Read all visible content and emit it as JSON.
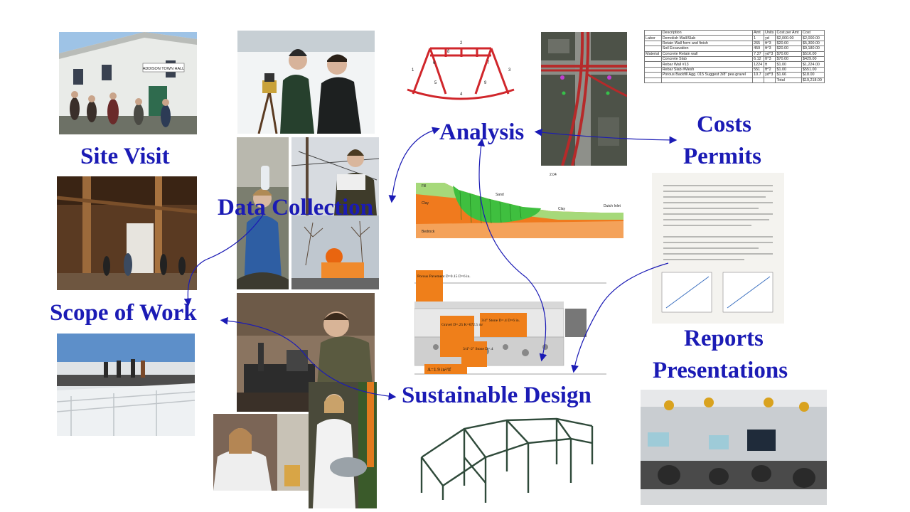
{
  "colors": {
    "label": "#1b1bb5",
    "arrow": "#1b1bb5",
    "truss": "#d0262b",
    "soil_orange": "#f07a1e",
    "soil_green": "#62c54a"
  },
  "labels": {
    "site_visit": "Site Visit",
    "data_collection": "Data Collection",
    "scope_of_work": "Scope of Work",
    "analysis": "Analysis",
    "costs": "Costs",
    "permits": "Permits",
    "reports": "Reports",
    "presentations": "Presentations",
    "sustainable_design": "Sustainable Design"
  },
  "photos": {
    "town_hall_sign": "ADDISON TOWN HALL"
  },
  "truss": {
    "members": [
      "1",
      "2",
      "3",
      "4",
      "5",
      "6",
      "7",
      "8",
      "9"
    ]
  },
  "slope": {
    "labels": [
      "Fill",
      "Clay",
      "Sand",
      "Clay",
      "Bedrock",
      "Dutch Inlet"
    ],
    "factor_of_safety": "2.04"
  },
  "pavement": {
    "boxes": [
      "Porous Pavement D=0.15 D=6 in.",
      "3/4\" Stone D=.4 D=6 in.",
      "Gravel D=.25 K=672.5 m/",
      "3/4\"-2\" Stone D=.4",
      "A=1.9 in²/lf"
    ]
  },
  "cost_table": {
    "headers": [
      "",
      "Description",
      "Amt",
      "Units",
      "Cost per Amt",
      "Cost"
    ],
    "rows": [
      [
        "Labor",
        "Demolish Wall/Slab",
        "1",
        "yd",
        "$2,000.00",
        "$2,000.00"
      ],
      [
        "",
        "Retain Wall form and finish",
        "265",
        "ft^3",
        "$20.00",
        "$5,300.00"
      ],
      [
        "",
        "Soil Excavation",
        "459",
        "ft^3",
        "$20.00",
        "$9,180.00"
      ],
      [
        "Material",
        "Concrete Retain wall",
        "7.37",
        "yd^3",
        "$70.00",
        "$516.00"
      ],
      [
        "",
        "Concrete Slab",
        "6.12",
        "ft^3",
        "$70.00",
        "$429.00"
      ],
      [
        "",
        "Rebar Wall #13",
        "1224",
        "ft",
        "$1.00",
        "$1,224.00"
      ],
      [
        "",
        "Rebar Slab #Mesh",
        "551",
        "ft^2",
        "$1.00",
        "$551.00"
      ],
      [
        "",
        "Porous Backfill Agg. 015 Suggest 3/8\" pea gravel",
        "10.7",
        "yd^3",
        "$1.66",
        "$18.00"
      ],
      [
        "",
        "",
        "",
        "",
        "Total",
        "$19,218.00"
      ]
    ]
  }
}
